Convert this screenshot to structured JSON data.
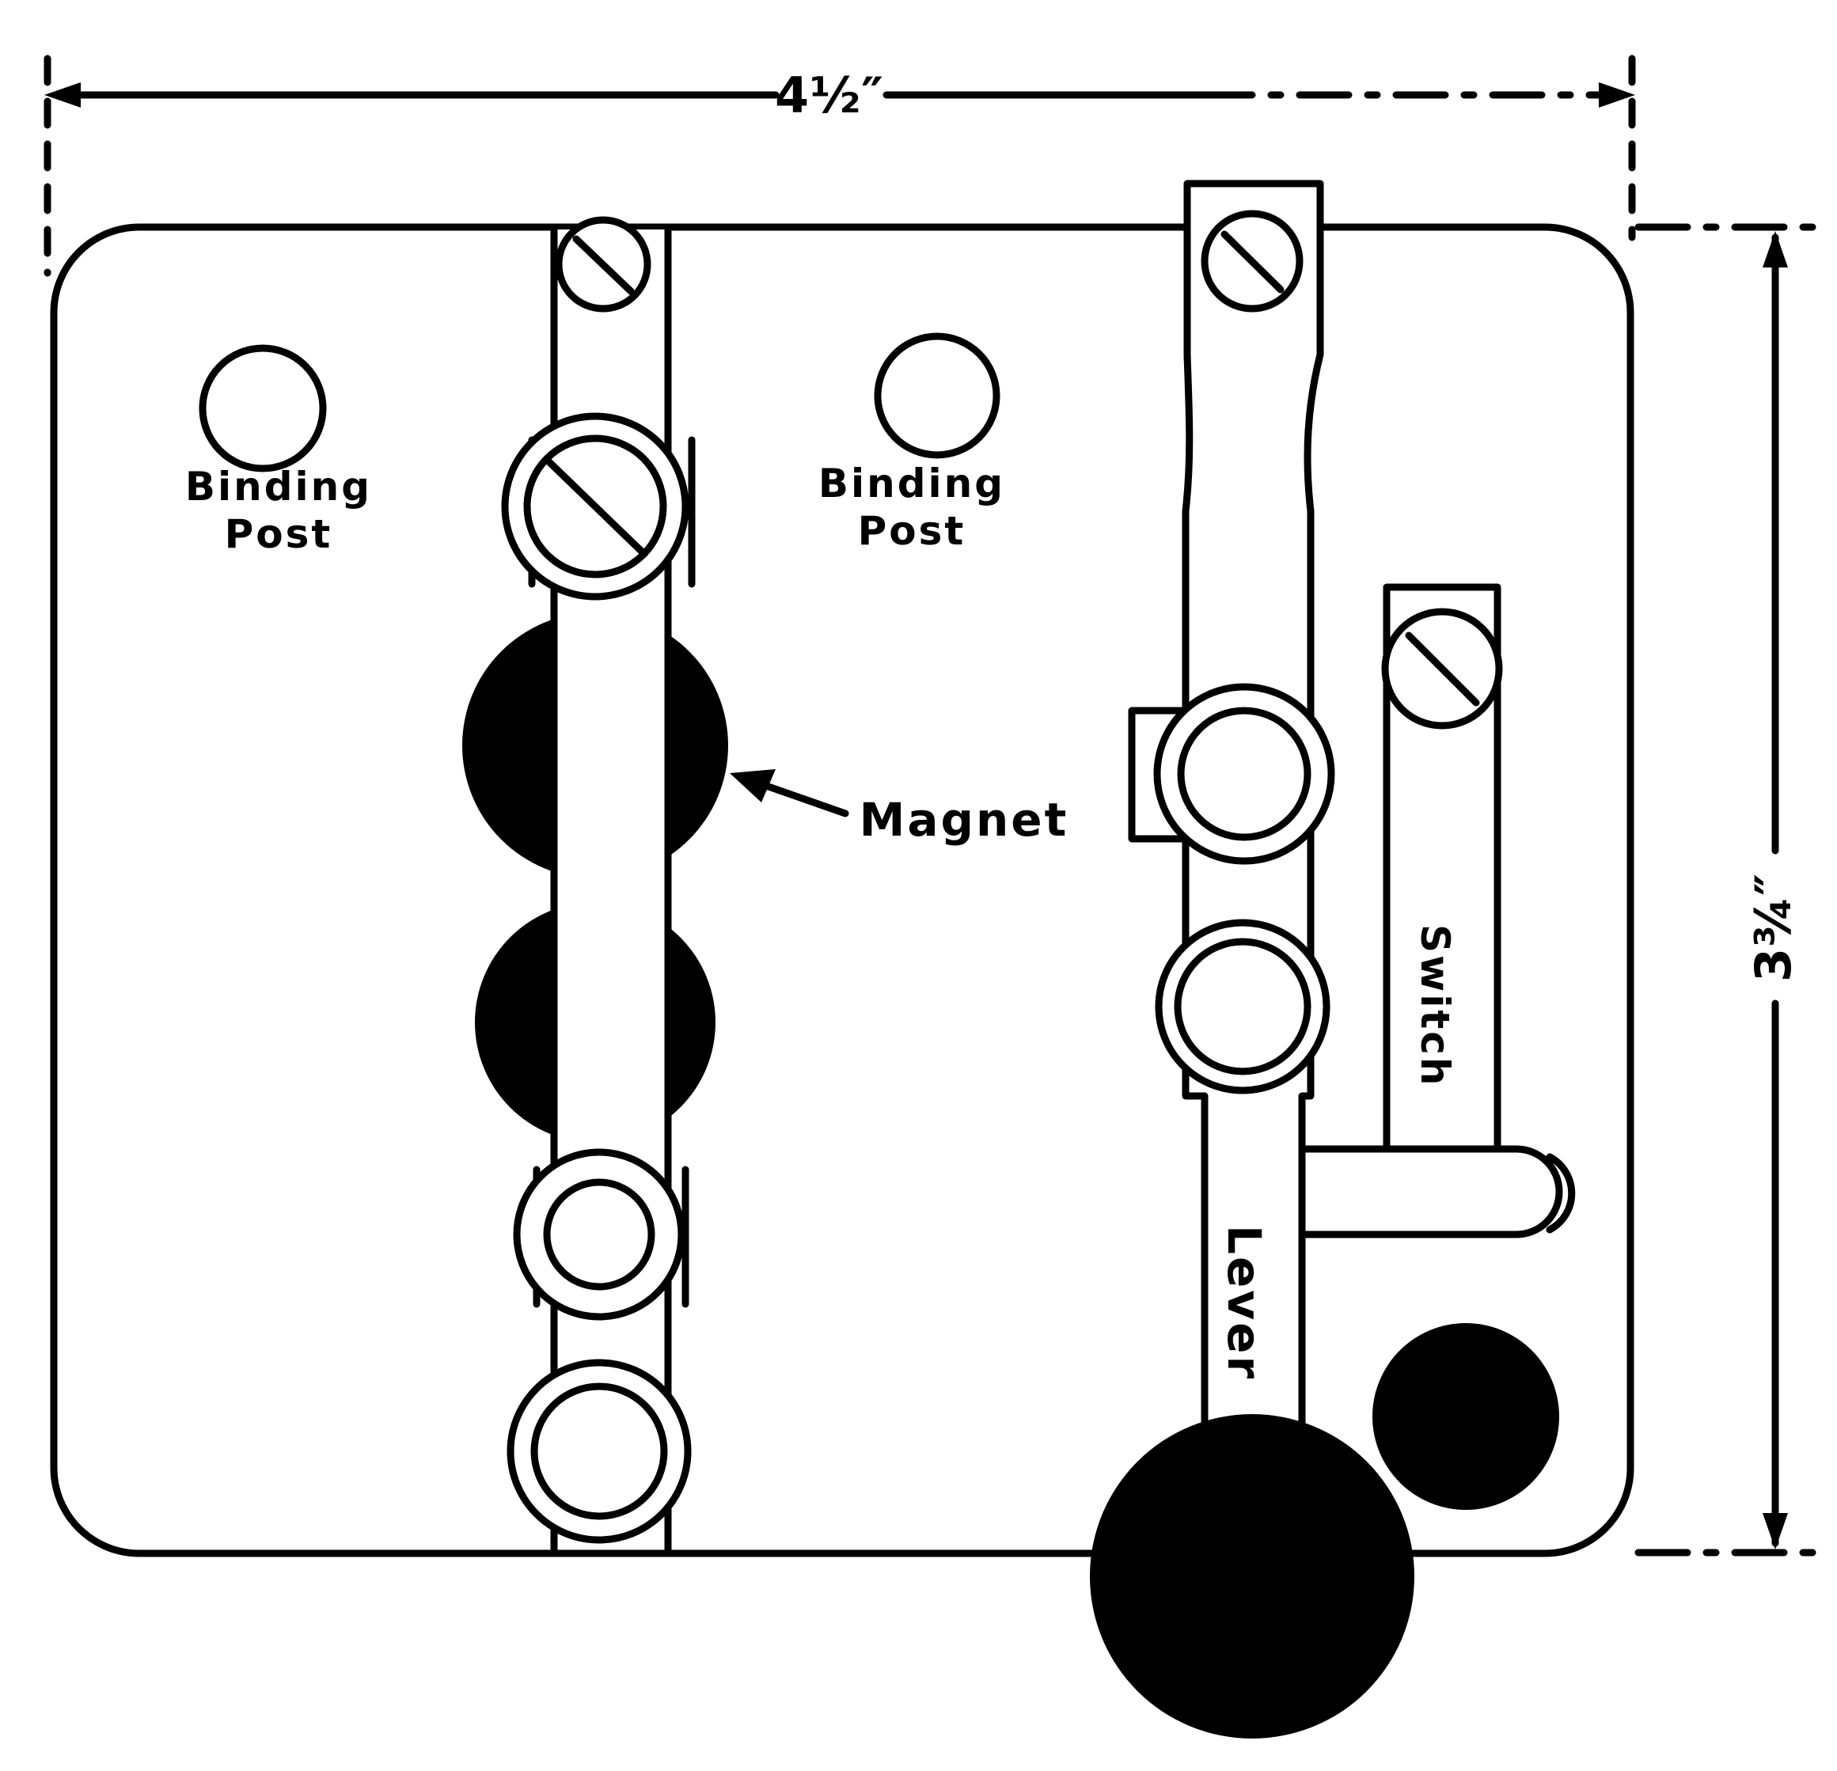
{
  "figure": {
    "kind": "line-drawing plan of telegraph key base with magnets, lever and switch"
  },
  "dimensions": {
    "width_label": "4½″",
    "height_label": "3¾″"
  },
  "labels": {
    "binding_post_left": {
      "line1": "Binding",
      "line2": "Post"
    },
    "binding_post_right": {
      "line1": "Binding",
      "line2": "Post"
    },
    "magnet": "Magnet",
    "lever": "Lever",
    "switch": "Switch"
  },
  "colors": {
    "ink": "#000000",
    "paper": "#ffffff"
  }
}
